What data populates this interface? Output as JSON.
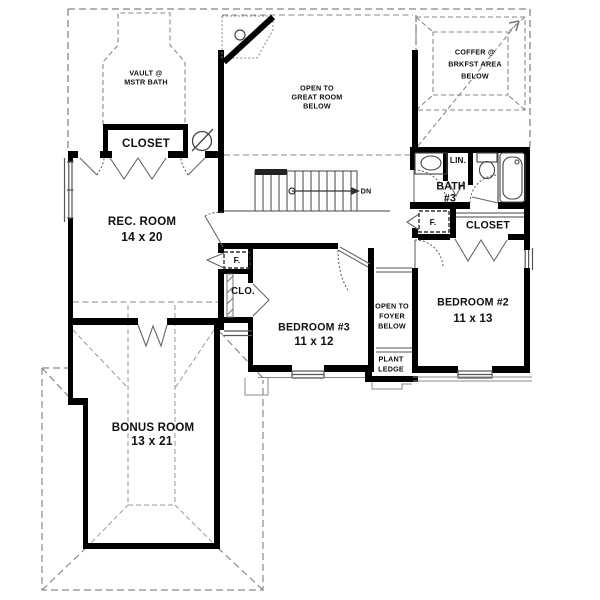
{
  "drawing": {
    "type": "floor-plan",
    "floor": "second",
    "colors": {
      "wall": "#000000",
      "thin_line": "#444444",
      "dash_line": "#858585",
      "background": "#ffffff",
      "text": "#111111"
    }
  },
  "labels": {
    "vault_mstr_bath": {
      "line1": "VAULT @",
      "line2": "MSTR BATH"
    },
    "mstr_closet": {
      "name": "CLOSET"
    },
    "rec_room": {
      "name": "REC. ROOM",
      "dims": "14 x 20"
    },
    "open_great_room": {
      "line1": "OPEN TO",
      "line2": "GREAT ROOM",
      "line3": "BELOW"
    },
    "coffer_brkfst": {
      "line1": "COFFER @",
      "line2": "BRKFST AREA",
      "line3": "BELOW"
    },
    "linen": {
      "name": "LIN."
    },
    "bath3": {
      "line1": "BATH",
      "line2": "#3"
    },
    "f_closet_bath": {
      "name": "F."
    },
    "closet_bedroom2": {
      "name": "CLOSET"
    },
    "f_closet_hall": {
      "name": "F."
    },
    "clo_closet": {
      "name": "CLO."
    },
    "bedroom3": {
      "name": "BEDROOM #3",
      "dims": "11 x 12"
    },
    "open_foyer": {
      "line1": "OPEN TO",
      "line2": "FOYER",
      "line3": "BELOW"
    },
    "plant_ledge": {
      "line1": "PLANT",
      "line2": "LEDGE"
    },
    "bedroom2": {
      "name": "BEDROOM #2",
      "dims": "11 x 13"
    },
    "bonus_room": {
      "name": "BONUS ROOM",
      "dims": "13 x 21"
    },
    "stairs": {
      "direction": "DN"
    }
  }
}
